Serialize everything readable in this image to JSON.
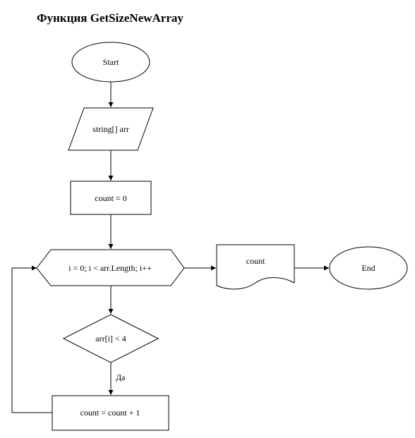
{
  "diagram": {
    "title": "Функция GetSizeNewArray",
    "nodes": {
      "start": "Start",
      "input": "string[] arr",
      "init": "count = 0",
      "loop": "i = 0; i < arr.Length; i++",
      "condition": "arr[i] < 4",
      "increment": "count = count + 1",
      "output": "count",
      "end": "End"
    },
    "edges": {
      "yes_label": "Да"
    }
  }
}
